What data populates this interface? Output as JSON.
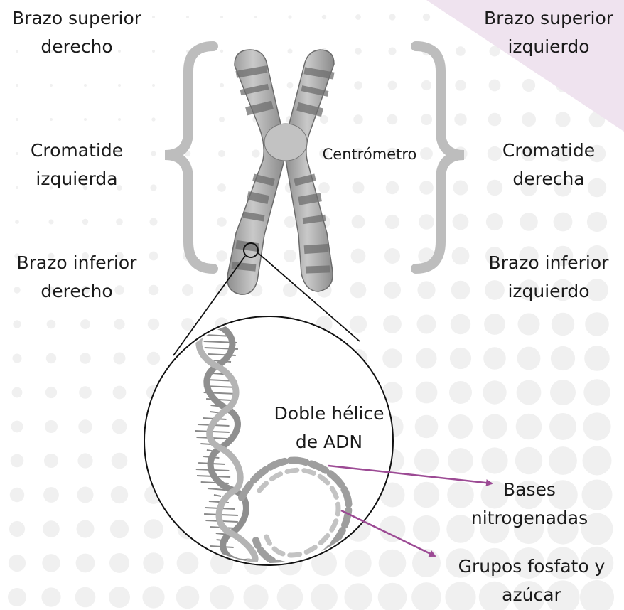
{
  "labels": {
    "upper_right_arm": [
      "Brazo superior",
      "derecho"
    ],
    "upper_left_arm": [
      "Brazo superior",
      "izquierdo"
    ],
    "left_chromatid": [
      "Cromatide",
      "izquierda"
    ],
    "right_chromatid": [
      "Cromatide",
      "derecha"
    ],
    "centromere": "Centrómetro",
    "lower_right_arm": [
      "Brazo inferior",
      "derecho"
    ],
    "lower_left_arm": [
      "Brazo inferior",
      "izquierdo"
    ],
    "double_helix": [
      "Doble hélice",
      "de ADN"
    ],
    "nitrogen_bases": [
      "Bases",
      "nitrogenadas"
    ],
    "phosphate_sugar": [
      "Grupos fosfato y",
      "azúcar"
    ]
  },
  "colors": {
    "arrow": "#9c4a94",
    "bracket": "#bdbdbd",
    "chromosome": "#a9a9a9",
    "chromosome_band": "#6e6e6e",
    "corner_accent": "#efe3ef",
    "dot": "#f0f0f0"
  }
}
